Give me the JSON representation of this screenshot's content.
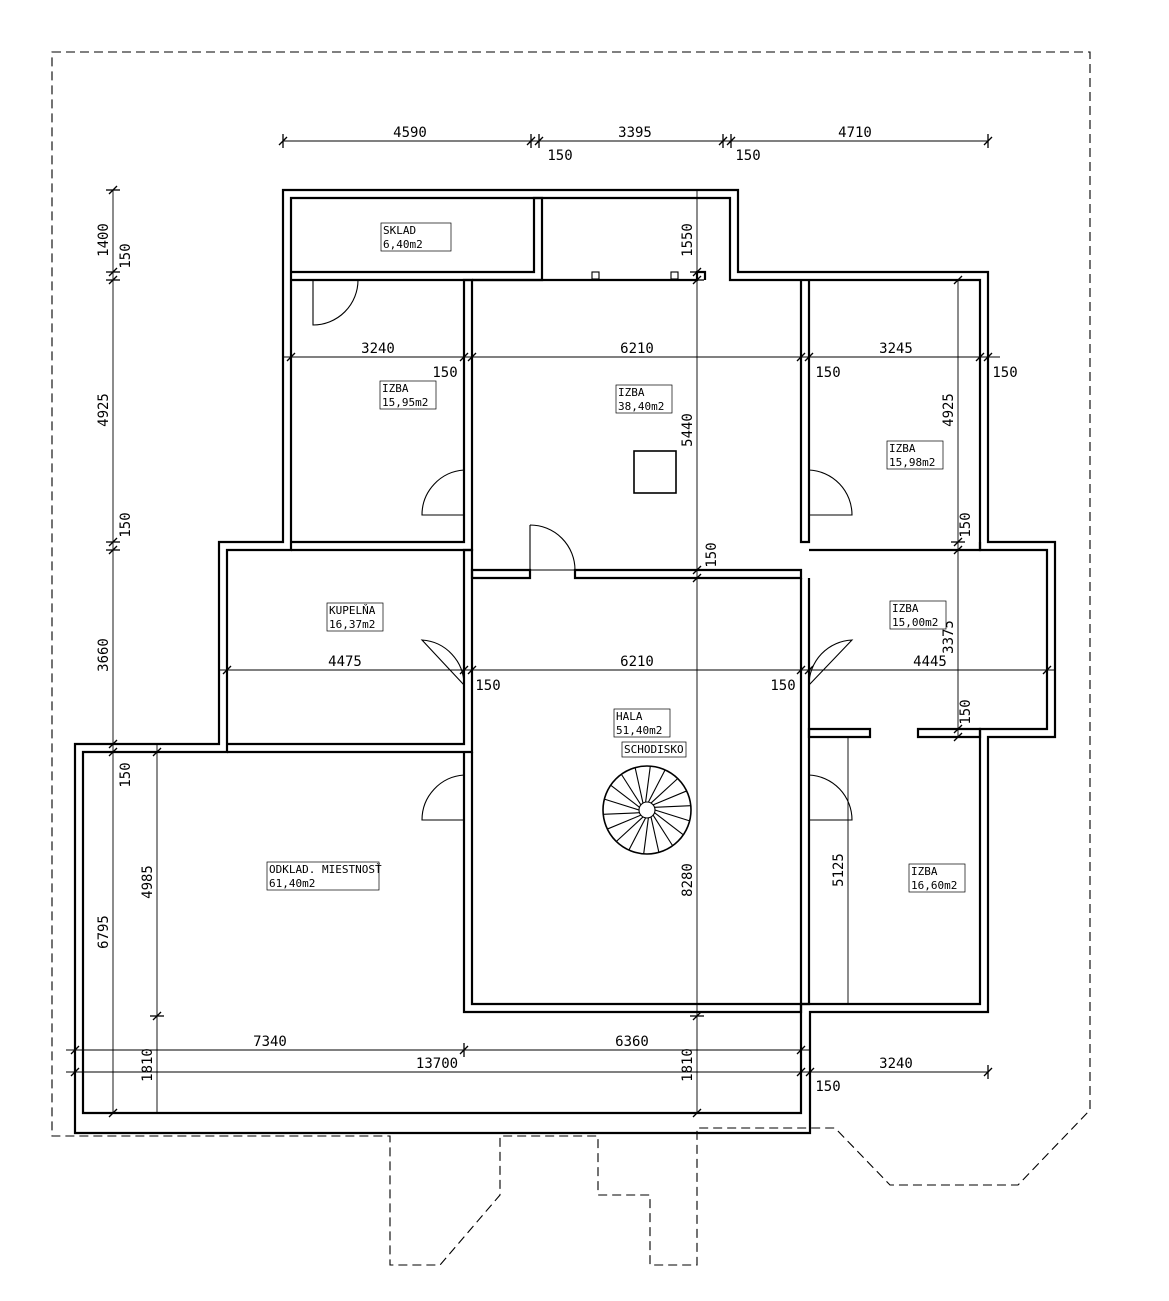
{
  "rooms": [
    {
      "name": "SKLAD",
      "area": "6,40m2"
    },
    {
      "name": "IZBA",
      "area": "15,95m2"
    },
    {
      "name": "IZBA",
      "area": "38,40m2"
    },
    {
      "name": "IZBA",
      "area": "15,98m2"
    },
    {
      "name": "KUPELŇA",
      "area": "16,37m2"
    },
    {
      "name": "IZBA",
      "area": "15,00m2"
    },
    {
      "name": "HALA",
      "area": "51,40m2"
    },
    {
      "name": "IZBA",
      "area": "16,60m2"
    },
    {
      "name": "ODKLAD. MIESTNOSŤ",
      "area": "61,40m2"
    }
  ],
  "staircase_label": "SCHODISKO",
  "dimensions": {
    "top": [
      "4590",
      "150",
      "3395",
      "150",
      "4710"
    ],
    "upper_row": [
      "3240",
      "150",
      "6210",
      "150",
      "3245",
      "150"
    ],
    "middle_row": [
      "4475",
      "150",
      "6210",
      "150",
      "4445"
    ],
    "bottom_row": [
      "7340",
      "6360",
      "13700",
      "3240",
      "150"
    ],
    "left_column": [
      "1400",
      "150",
      "4925",
      "150",
      "3660",
      "150",
      "6795",
      "4985",
      "1810"
    ],
    "internal_vertical": [
      "1550",
      "5440",
      "150",
      "8280",
      "1810",
      "4925",
      "150",
      "3375",
      "150",
      "5125"
    ]
  }
}
